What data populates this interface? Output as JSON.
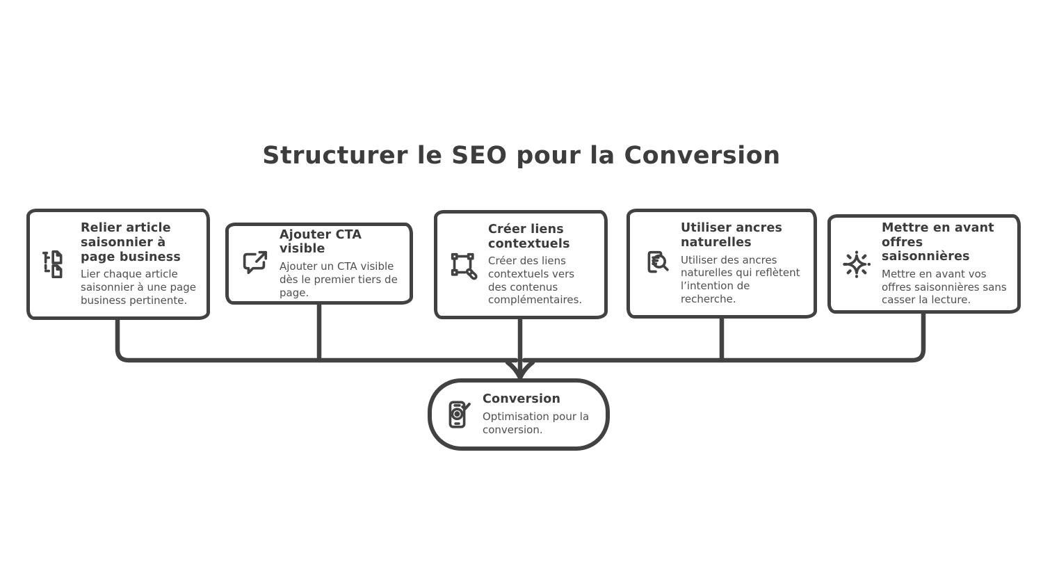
{
  "title": "Structurer le SEO pour la Conversion",
  "colors": {
    "stroke": "#424242",
    "background": "#ffffff",
    "title_text": "#3d3d3d",
    "body_text": "#4f4f4f"
  },
  "nodes": [
    {
      "icon": "linked-pages-icon",
      "title": "Relier article saisonnier à page business",
      "body": "Lier chaque article saisonnier à une page business pertinente."
    },
    {
      "icon": "cta-speech-bubble-icon",
      "title": "Ajouter CTA visible",
      "body": "Ajouter un CTA visible dès le premier tiers de page."
    },
    {
      "icon": "contextual-link-icon",
      "title": "Créer liens contextuels",
      "body": "Créer des liens contextuels vers des contenus complémentaires."
    },
    {
      "icon": "search-document-icon",
      "title": "Utiliser ancres naturelles",
      "body": "Utiliser des ancres naturelles qui reflètent l’intention de recherche."
    },
    {
      "icon": "sparkle-icon",
      "title": "Mettre en avant offres saisonnières",
      "body": "Mettre en avant vos offres saisonnières sans casser la lecture."
    }
  ],
  "result_node": {
    "icon": "phone-target-icon",
    "title": "Conversion",
    "body": "Optimisation pour la conversion."
  }
}
